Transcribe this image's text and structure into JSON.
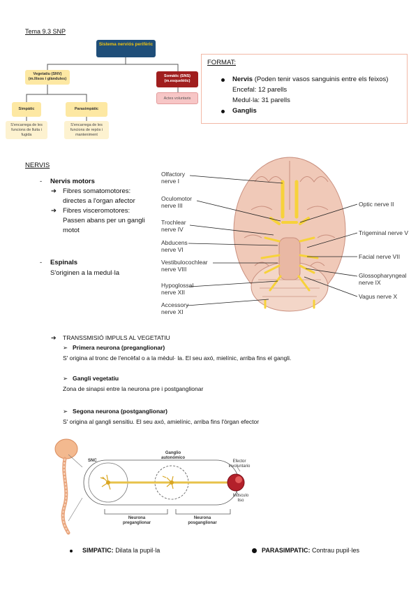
{
  "header": {
    "title": "Tema 9.3 SNP"
  },
  "diagram": {
    "root": "Sistema nerviós perifèric",
    "vegetatiu": "Vegetatiu (SNV) (m.llisos i glàndules)",
    "somatic": "Somàtic (SNS) (m.esquelètic)",
    "simpatic": "Simpàtic",
    "parasimpatic": "Parasimpàtic",
    "simpatic_desc": "S'encarrega de les funcions de lluita i fugida",
    "parasimpatic_desc": "S'encarrega de les funcions de repòs i manteniment",
    "somatic_desc": "Actes voluntaris"
  },
  "format_box": {
    "title": "FORMAT:",
    "nervis_label": "Nervis",
    "nervis_note": "(Poden tenir vasos sanguinis entre els feixos)",
    "encefal": "Encefal: 12 parells",
    "medula": "Medul·la: 31 parells",
    "ganglis": "Ganglis"
  },
  "nervis": {
    "heading": "NERVIS",
    "motors_title": "Nervis motors",
    "somato_l1": "Fibres somatomotores:",
    "somato_l2": "directes a l'organ afector",
    "viscero_l1": "Fibres visceromotores:",
    "viscero_l2": "Passen abans per un gangli",
    "viscero_l3": "motot",
    "espinals_title": "Espinals",
    "espinals_text": "S'originen a la medul·la"
  },
  "brain_labels": {
    "olfactory": [
      "Olfactory",
      "nerve I"
    ],
    "oculomotor": [
      "Oculomotor",
      "nerve III"
    ],
    "trochlear": [
      "Trochlear",
      "nerve IV"
    ],
    "abducens": [
      "Abducens",
      "nerve VI"
    ],
    "vestibulo": [
      "Vestibulocochlear",
      "nerve VIII"
    ],
    "hypoglossal": [
      "Hypoglossal",
      "nerve XII"
    ],
    "accessory": [
      "Accessory",
      "nerve XI"
    ],
    "optic": "Optic nerve II",
    "trigeminal": "Trigeminal nerve V",
    "facial": "Facial nerve VII",
    "glosso": [
      "Glossopharyngeal",
      "nerve IX"
    ],
    "vagus": "Vagus nerve X"
  },
  "transmissio": {
    "heading": "TRANSSMISIÓ IMPULS AL VEGETATIU",
    "primera_title": "Primera neurona (preganglionar)",
    "primera_text": "S' origina al tronc de l'encèfal o a la mèdul· la. El seu axó, mielínic, arriba fins el gangli.",
    "gangli_title": "Gangli vegetatiu",
    "gangli_text": "Zona de sinapsi entre la neurona pre i postganglionar",
    "segona_title": "Segona neurona (postganglionar)",
    "segona_text": "S' origina al gangli sensitiu. El seu axó, amielínic, arriba fins l'òrgan efector"
  },
  "neuron_figure": {
    "snc": "SNC",
    "ganglio": [
      "Ganglio",
      "autonómico"
    ],
    "efector": [
      "Efector",
      "involuntario"
    ],
    "musculo": [
      "Músculo",
      "liso"
    ],
    "pre": [
      "Neurona",
      "preganglionar"
    ],
    "post": [
      "Neurona",
      "posganglionar"
    ]
  },
  "footer": {
    "simpatic_label": "SIMPATIC:",
    "simpatic_text": "Dilata la pupil·la",
    "parasimpatic_label": "PARASIMPATIC:",
    "parasimpatic_text": "Contrau pupil·les"
  },
  "colors": {
    "navy": "#1f4e79",
    "gold": "#f1c40f",
    "red": "#a01e1e",
    "nerve_yellow": "#f7d23a",
    "brain_pink": "#f0c9b8"
  }
}
